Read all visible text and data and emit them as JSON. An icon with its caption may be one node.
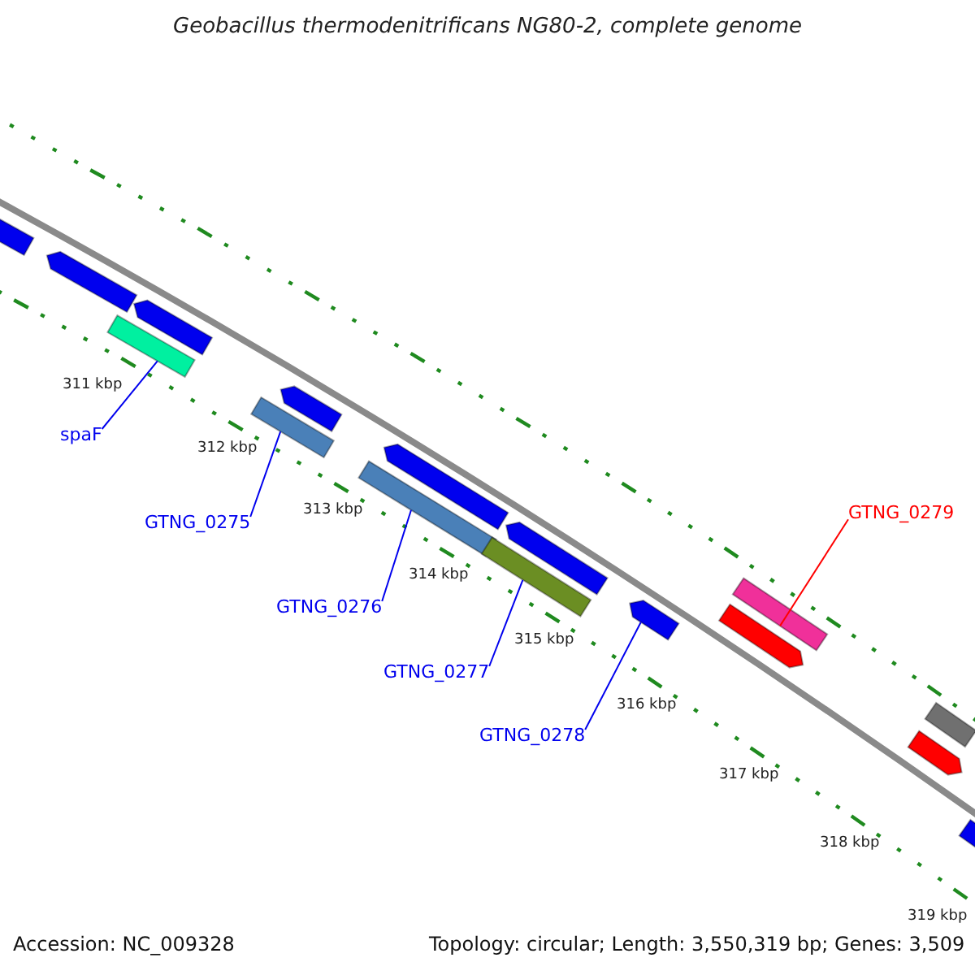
{
  "diagram": {
    "title": "Geobacillus thermodenitrificans NG80-2, complete genome",
    "nodes": [
      {
        "text": [
          "spaF"
        ]
      },
      {
        "text": [],
        "shape": "bar"
      },
      {
        "text": [
          "GTNG_0275"
        ]
      },
      {
        "text": [],
        "shape": "bar"
      },
      {
        "text": [
          "GTNG_0276"
        ]
      },
      {
        "text": [],
        "shape": "bar"
      },
      {
        "text": [
          "GTNG_0277"
        ]
      },
      {
        "text": [],
        "shape": "bar"
      },
      {
        "text": [
          "GTNG_0278"
        ]
      },
      {
        "text": [],
        "shape": "arrow"
      },
      {
        "text": [
          "GTNG_0279"
        ]
      },
      {
        "text": [],
        "shape": "bar"
      },
      {
        "text": [],
        "shape": "bar"
      },
      {
        "text": [],
        "shape": "arrow"
      },
      {
        "text": [],
        "shape": "arrow"
      },
      {
        "text": [],
        "shape": "arrow"
      },
      {
        "text": [],
        "shape": "arrow"
      },
      {
        "text": [],
        "shape": "arrow"
      },
      {
        "text": [],
        "shape": "arrow"
      },
      {
        "text": [],
        "shape": "bar"
      },
      {
        "text": [],
        "shape": "arrow"
      },
      {
        "text": [],
        "shape": "bar"
      }
    ],
    "edges": [
      {
        "from": 0,
        "to": 1,
        "arrow": "none"
      },
      {
        "from": 2,
        "to": 3,
        "arrow": "none"
      },
      {
        "from": 4,
        "to": 5,
        "arrow": "none"
      },
      {
        "from": 6,
        "to": 7,
        "arrow": "none"
      },
      {
        "from": 8,
        "to": 9,
        "arrow": "none"
      },
      {
        "from": 10,
        "to": 11,
        "arrow": "none",
        "color": "#ff0000"
      }
    ],
    "labels": [
      "311 kbp",
      "312 kbp",
      "313 kbp",
      "314 kbp",
      "315 kbp",
      "316 kbp",
      "317 kbp",
      "318 kbp",
      "319 kbp",
      "Accession: NC_009328",
      "Topology: circular; Length: 3,550,319 bp; Genes: 3,509"
    ]
  }
}
